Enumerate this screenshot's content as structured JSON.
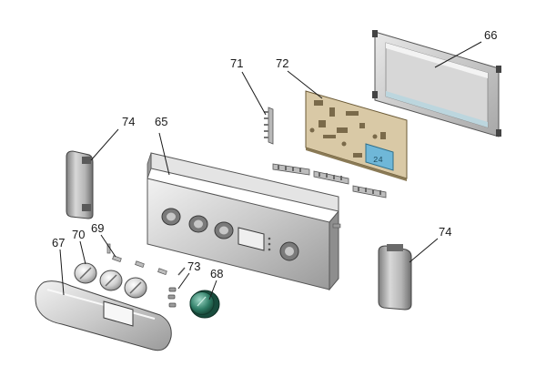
{
  "labels": {
    "p65": "65",
    "p66": "66",
    "p67": "67",
    "p68": "68",
    "p69": "69",
    "p70": "70",
    "p71": "71",
    "p72": "72",
    "p73": "73",
    "p74a": "74",
    "p74b": "74"
  },
  "display": {
    "lcd_text": "24"
  },
  "colors": {
    "metal_light": "#e6e6e6",
    "metal_mid": "#bdbdbd",
    "metal_dark": "#8a8a8a",
    "pcb": "#d9c9a6",
    "lcd": "#6fb7d8",
    "knob_green": "#2f7d66"
  }
}
